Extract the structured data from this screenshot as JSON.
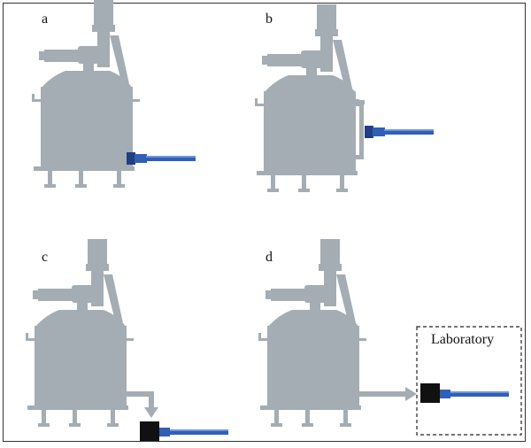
{
  "panels": [
    {
      "label": "a"
    },
    {
      "label": "b"
    },
    {
      "label": "c"
    },
    {
      "label": "d"
    }
  ],
  "laboratory_label": "Laboratory",
  "colors": {
    "vessel": "#a3adb3",
    "probe": "#2f5fb7",
    "probe_dark": "#1f3f86",
    "probe_light": "#6f94d8",
    "box": "#111111",
    "frame": "#333333"
  }
}
